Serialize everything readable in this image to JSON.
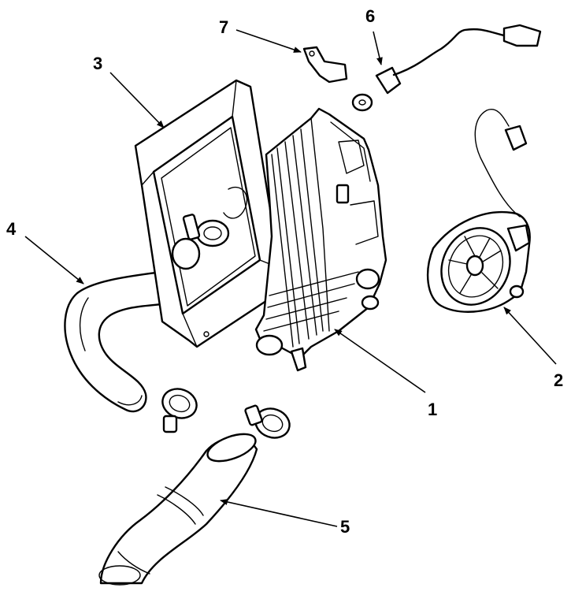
{
  "diagram": {
    "callouts": [
      {
        "id": "1",
        "label": "1"
      },
      {
        "id": "2",
        "label": "2"
      },
      {
        "id": "3",
        "label": "3"
      },
      {
        "id": "4",
        "label": "4"
      },
      {
        "id": "5",
        "label": "5"
      },
      {
        "id": "6",
        "label": "6"
      },
      {
        "id": "7",
        "label": "7"
      }
    ]
  }
}
